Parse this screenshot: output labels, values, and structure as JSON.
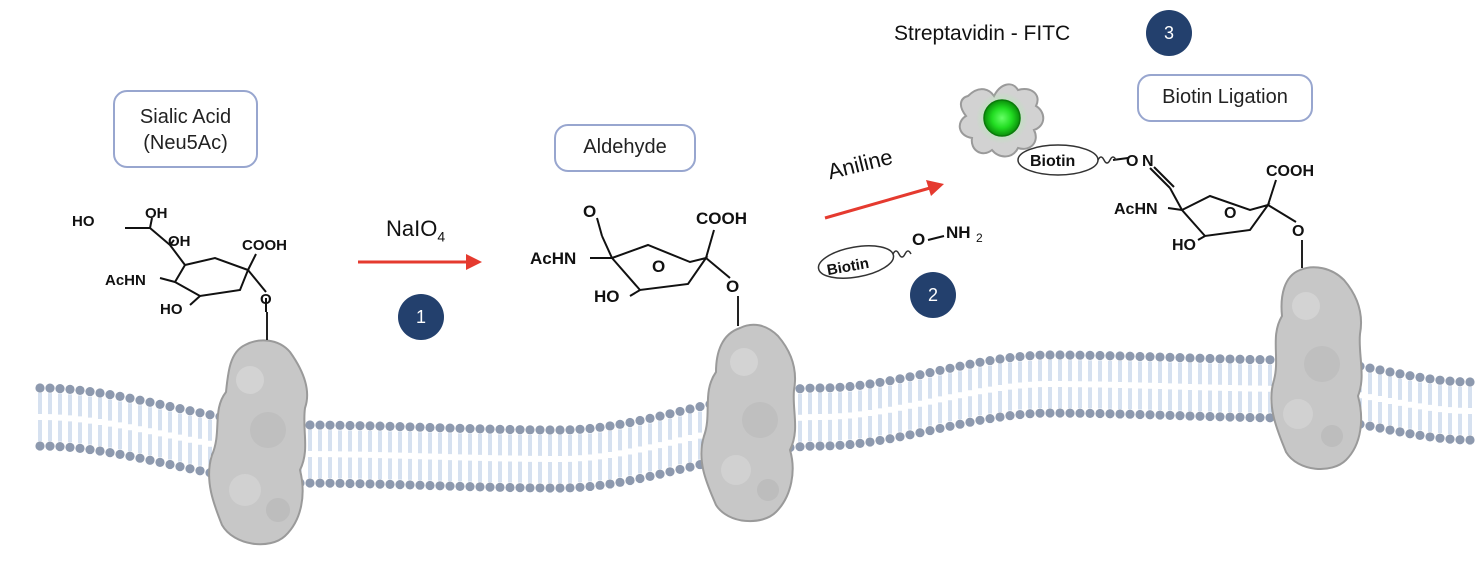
{
  "labels": {
    "sialic_acid_line1": "Sialic Acid",
    "sialic_acid_line2": "(Neu5Ac)",
    "aldehyde": "Aldehyde",
    "biotin_ligation": "Biotin Ligation",
    "streptavidin": "Streptavidin - FITC"
  },
  "reagents": {
    "step1_reagent_main": "NaIO",
    "step1_reagent_sub": "4",
    "step2_reagent": "Aniline"
  },
  "steps": [
    "1",
    "2",
    "3"
  ],
  "chem": {
    "ho": "HO",
    "oh": "OH",
    "cooh": "COOH",
    "achn": "AcHN",
    "o": "O",
    "n": "N",
    "nh": "NH",
    "sub2": "2",
    "biotin": "Biotin"
  },
  "colors": {
    "arrow": "#e53a2f",
    "step_circle": "#23406d",
    "box_border": "#98a6cf",
    "membrane_head": "#8d99ae",
    "membrane_tail": "#aec3e0",
    "protein": "#c9c9c9",
    "fitc": "#22dd22"
  }
}
